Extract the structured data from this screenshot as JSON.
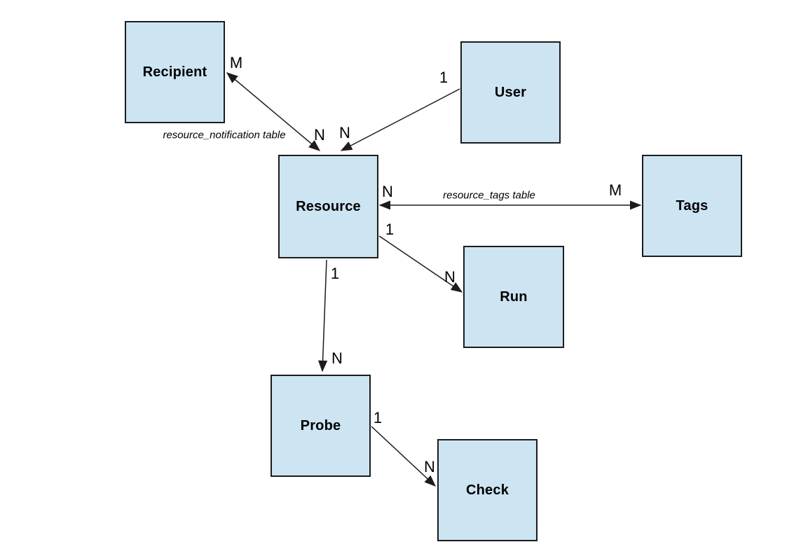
{
  "diagram": {
    "type": "entity-relationship",
    "entities": [
      {
        "id": "recipient",
        "label": "Recipient"
      },
      {
        "id": "user",
        "label": "User"
      },
      {
        "id": "resource",
        "label": "Resource"
      },
      {
        "id": "tags",
        "label": "Tags"
      },
      {
        "id": "run",
        "label": "Run"
      },
      {
        "id": "probe",
        "label": "Probe"
      },
      {
        "id": "check",
        "label": "Check"
      }
    ],
    "relationships": [
      {
        "from": "Resource",
        "to": "Recipient",
        "from_card": "N",
        "to_card": "M",
        "annotation": "resource_notification table",
        "arrows": "both"
      },
      {
        "from": "User",
        "to": "Resource",
        "from_card": "1",
        "to_card": "N",
        "arrows": "to"
      },
      {
        "from": "Resource",
        "to": "Tags",
        "from_card": "N",
        "to_card": "M",
        "annotation": "resource_tags table",
        "arrows": "both"
      },
      {
        "from": "Resource",
        "to": "Run",
        "from_card": "1",
        "to_card": "N",
        "arrows": "to"
      },
      {
        "from": "Resource",
        "to": "Probe",
        "from_card": "1",
        "to_card": "N",
        "arrows": "to"
      },
      {
        "from": "Probe",
        "to": "Check",
        "from_card": "1",
        "to_card": "N",
        "arrows": "to"
      }
    ],
    "colors": {
      "entity_fill": "#cde4f2",
      "entity_border": "#1c1c1c",
      "connector": "#1c1c1c",
      "background": "#ffffff",
      "text": "#000000"
    }
  }
}
